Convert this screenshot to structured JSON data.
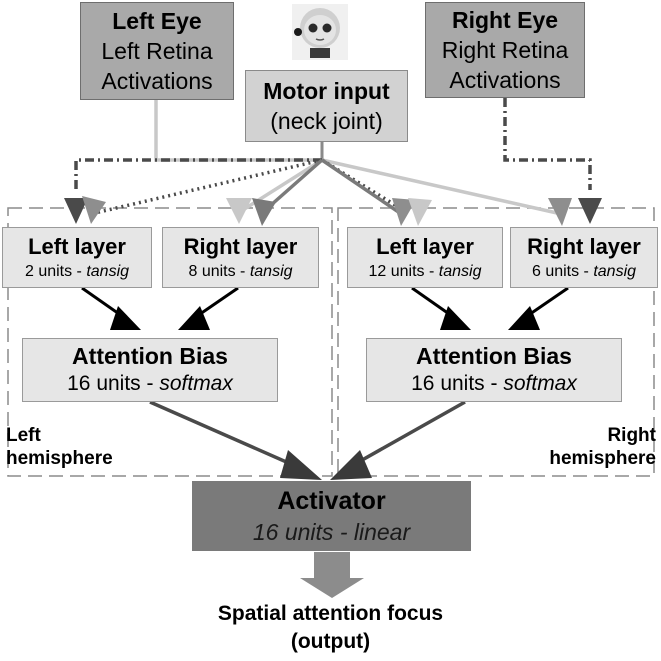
{
  "inputs": {
    "left_eye": {
      "title": "Left Eye",
      "line1": "Left Retina",
      "line2": "Activations"
    },
    "right_eye": {
      "title": "Right Eye",
      "line1": "Right Retina",
      "line2": "Activations"
    },
    "motor": {
      "title": "Motor input",
      "subtitle": "(neck joint)"
    }
  },
  "left_hemisphere": {
    "label_line1": "Left",
    "label_line2": "hemisphere",
    "left_layer": {
      "title": "Left layer",
      "units": "2 units - ",
      "func": "tansig"
    },
    "right_layer": {
      "title": "Right layer",
      "units": "8 units - ",
      "func": "tansig"
    },
    "attention": {
      "title": "Attention Bias",
      "units": "16 units - ",
      "func": "softmax"
    }
  },
  "right_hemisphere": {
    "label_line1": "Right",
    "label_line2": "hemisphere",
    "left_layer": {
      "title": "Left layer",
      "units": "12 units - ",
      "func": "tansig"
    },
    "right_layer": {
      "title": "Right layer",
      "units": "6 units - ",
      "func": "tansig"
    },
    "attention": {
      "title": "Attention Bias",
      "units": "16 units - ",
      "func": "softmax"
    }
  },
  "activator": {
    "title": "Activator",
    "subtitle": "16 units - linear"
  },
  "output": {
    "line1": "Spatial attention focus",
    "line2": "(output)"
  },
  "colors": {
    "eye_box": "#a9a9a9",
    "motor_box": "#d2d2d2",
    "layer_box": "#e6e6e6",
    "activator_box": "#7a7a7a",
    "output_arrow": "#8c8c8c"
  }
}
